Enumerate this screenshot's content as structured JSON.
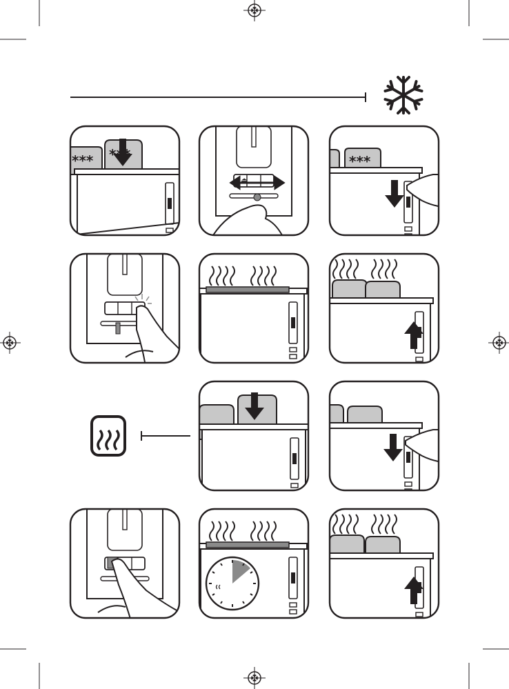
{
  "header": {
    "icon": "snowflake-icon",
    "arrow": "line-arrow-right"
  },
  "panels": [
    {
      "id": 1,
      "icon": "defrost-insert-frozen-bread",
      "marks": "***  ***"
    },
    {
      "id": 2,
      "icon": "browning-control-slider"
    },
    {
      "id": 3,
      "icon": "lower-lever",
      "marks": "***"
    },
    {
      "id": 4,
      "icon": "press-defrost-button"
    },
    {
      "id": 5,
      "icon": "toasting-steam"
    },
    {
      "id": 6,
      "icon": "lift-lever-toast-up"
    },
    {
      "id": 7,
      "icon": "insert-bread"
    },
    {
      "id": 8,
      "icon": "lower-lever"
    },
    {
      "id": 9,
      "icon": "press-reheat-button"
    },
    {
      "id": 10,
      "icon": "reheat-timer"
    },
    {
      "id": 11,
      "icon": "lift-lever-toast-up"
    }
  ],
  "reheat": {
    "icon": "reheat-icon"
  },
  "colors": {
    "line": "#231f20",
    "bread": "#c8c8c8",
    "body": "#ffffff",
    "grey": "#8a8a8a"
  }
}
